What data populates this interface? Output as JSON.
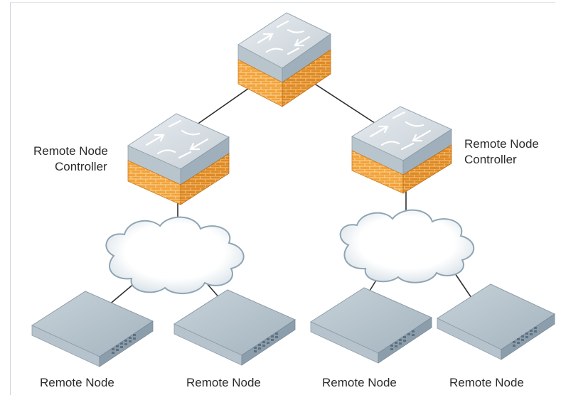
{
  "labels": {
    "left_controller_line1": "Remote Node",
    "left_controller_line2": "Controller",
    "right_controller_line1": "Remote Node",
    "right_controller_line2": "Controller",
    "node_1": "Remote Node",
    "node_2": "Remote Node",
    "node_3": "Remote Node",
    "node_4": "Remote Node"
  },
  "colors": {
    "switch_top": "#d7dee3",
    "switch_side": "#a9b7c1",
    "firewall_front": "#f2a33a",
    "firewall_side": "#e08a22",
    "brick_line": "#f8d8a8",
    "cloud_fill": "#ffffff",
    "cloud_stroke": "#8fa5b4",
    "node_top": "#b3c1cb",
    "node_front": "#95a6b2",
    "link_line": "#2f2f2f"
  },
  "icons": {
    "controller": "switch-firewall-icon",
    "network": "cloud-icon",
    "node": "rack-appliance-icon"
  }
}
